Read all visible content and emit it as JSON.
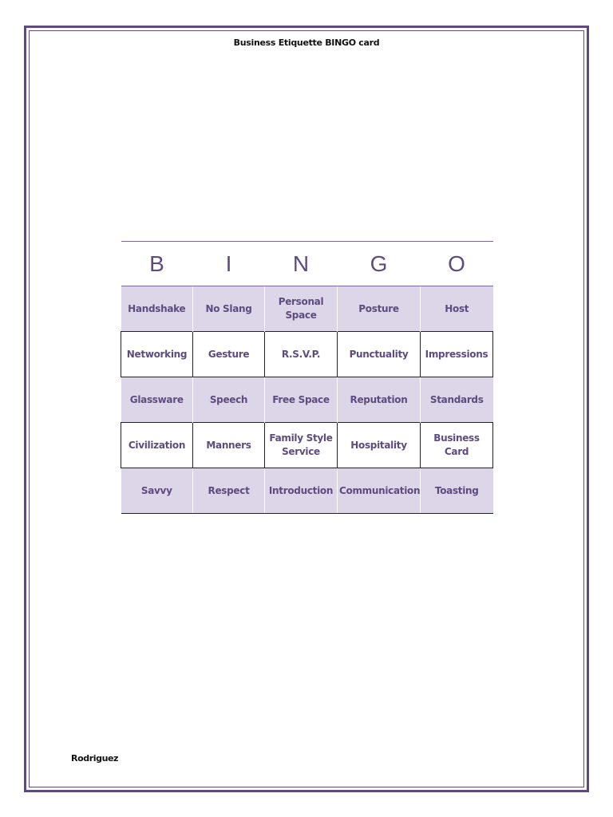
{
  "document": {
    "title": "Business Etiquette BINGO card",
    "author": "Rodriguez"
  },
  "bingo": {
    "headers": [
      "B",
      "I",
      "N",
      "G",
      "O"
    ],
    "rows": [
      [
        "Handshake",
        "No Slang",
        "Personal Space",
        "Posture",
        "Host"
      ],
      [
        "Networking",
        "Gesture",
        "R.S.V.P.",
        "Punctuality",
        "Impressions"
      ],
      [
        "Glassware",
        "Speech",
        "Free Space",
        "Reputation",
        "Standards"
      ],
      [
        "Civilization",
        "Manners",
        "Family Style Service",
        "Hospitality",
        "Business Card"
      ],
      [
        "Savvy",
        "Respect",
        "Introduction",
        "Communication",
        "Toasting"
      ]
    ]
  },
  "colors": {
    "border": "#5f4a80",
    "text_accent": "#5e4b7f",
    "shaded_row": "#ddd6e8"
  }
}
